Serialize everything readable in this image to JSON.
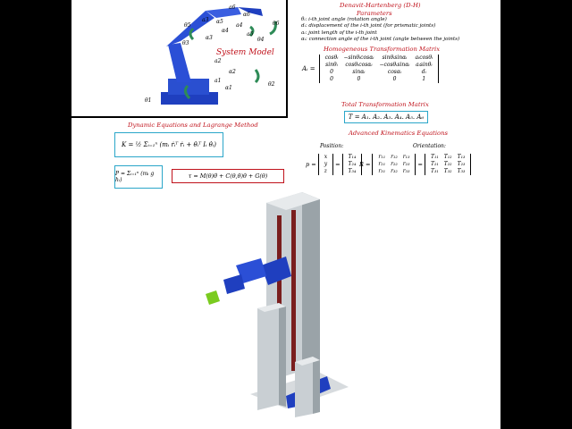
{
  "system_model": {
    "title": "System Model",
    "joint_labels": [
      "θ1",
      "θ2",
      "θ3",
      "θ4",
      "θ5",
      "θ6"
    ],
    "link_labels": [
      "a1",
      "a2",
      "a3",
      "a4",
      "a5",
      "a6"
    ],
    "alpha_labels": [
      "α1",
      "α2",
      "α3",
      "α4",
      "α5",
      "α6"
    ]
  },
  "dh": {
    "header": "Denavit-Hartenberg (D-H)",
    "sub": "Parameters",
    "params": [
      {
        "sym": "θᵢ:",
        "text": "i-th joint angle (rotation angle)"
      },
      {
        "sym": "dᵢ:",
        "text": "displacement of the i-th joint (for prismatic joints)"
      },
      {
        "sym": "aᵢ:",
        "text": "joint length of the i-th joint"
      },
      {
        "sym": "αᵢ:",
        "text": "connection angle of the i-th joint (angle between the joints)"
      }
    ]
  },
  "htm": {
    "header": "Homogeneous Transformation Matrix",
    "lhs": "Aᵢ =",
    "rows": [
      [
        "cosθᵢ",
        "−sinθᵢcosαᵢ",
        "sinθᵢsinαᵢ",
        "aᵢcosθᵢ"
      ],
      [
        "sinθᵢ",
        "cosθᵢcosαᵢ",
        "−cosθᵢsinαᵢ",
        "aᵢsinθᵢ"
      ],
      [
        "0",
        "sinαᵢ",
        "cosαᵢ",
        "dᵢ"
      ],
      [
        "0",
        "0",
        "0",
        "1"
      ]
    ]
  },
  "total": {
    "header": "Total Transformation Matrix",
    "formula": "T = A₁. A₂. A₃. A₄. A₅. A₆"
  },
  "advanced": {
    "header": "Advanced Kinematics Equations",
    "position_label": "Position:",
    "orientation_label": "Orientation:",
    "p_lhs": "p =",
    "p_vec": [
      "x",
      "y",
      "z"
    ],
    "p_vals": [
      "T₁₄",
      "T₂₄",
      "T₃₄"
    ],
    "r_lhs": "R =",
    "r_rows": [
      [
        "r₁₁",
        "r₁₂",
        "r₁₃"
      ],
      [
        "r₂₁",
        "r₂₂",
        "r₂₃"
      ],
      [
        "r₃₁",
        "r₃₂",
        "r₃₃"
      ]
    ],
    "t_rows": [
      [
        "T₁₁",
        "T₁₂",
        "T₁₃"
      ],
      [
        "T₂₁",
        "T₂₂",
        "T₂₃"
      ],
      [
        "T₃₁",
        "T₃₂",
        "T₃₃"
      ]
    ]
  },
  "dynamics": {
    "header": "Dynamic Equations and Lagrange Method",
    "kinetic": "K = ½ Σᵢ₌₁ⁿ (mᵢ ṙᵢᵀ ṙᵢ + θ̇ᵢᵀ Iᵢ θ̇ᵢ)",
    "potential": "P = Σᵢ₌₁ⁿ (mᵢ g hᵢ)",
    "torque": "τ = M(θ)θ̈ + C(θ,θ̇)θ̇ + G(θ)"
  },
  "colors": {
    "red": "#c0121b",
    "teal": "#2aa6c9",
    "robot_blue": "#1f3fbf",
    "gripper_green": "#7acb1f"
  }
}
